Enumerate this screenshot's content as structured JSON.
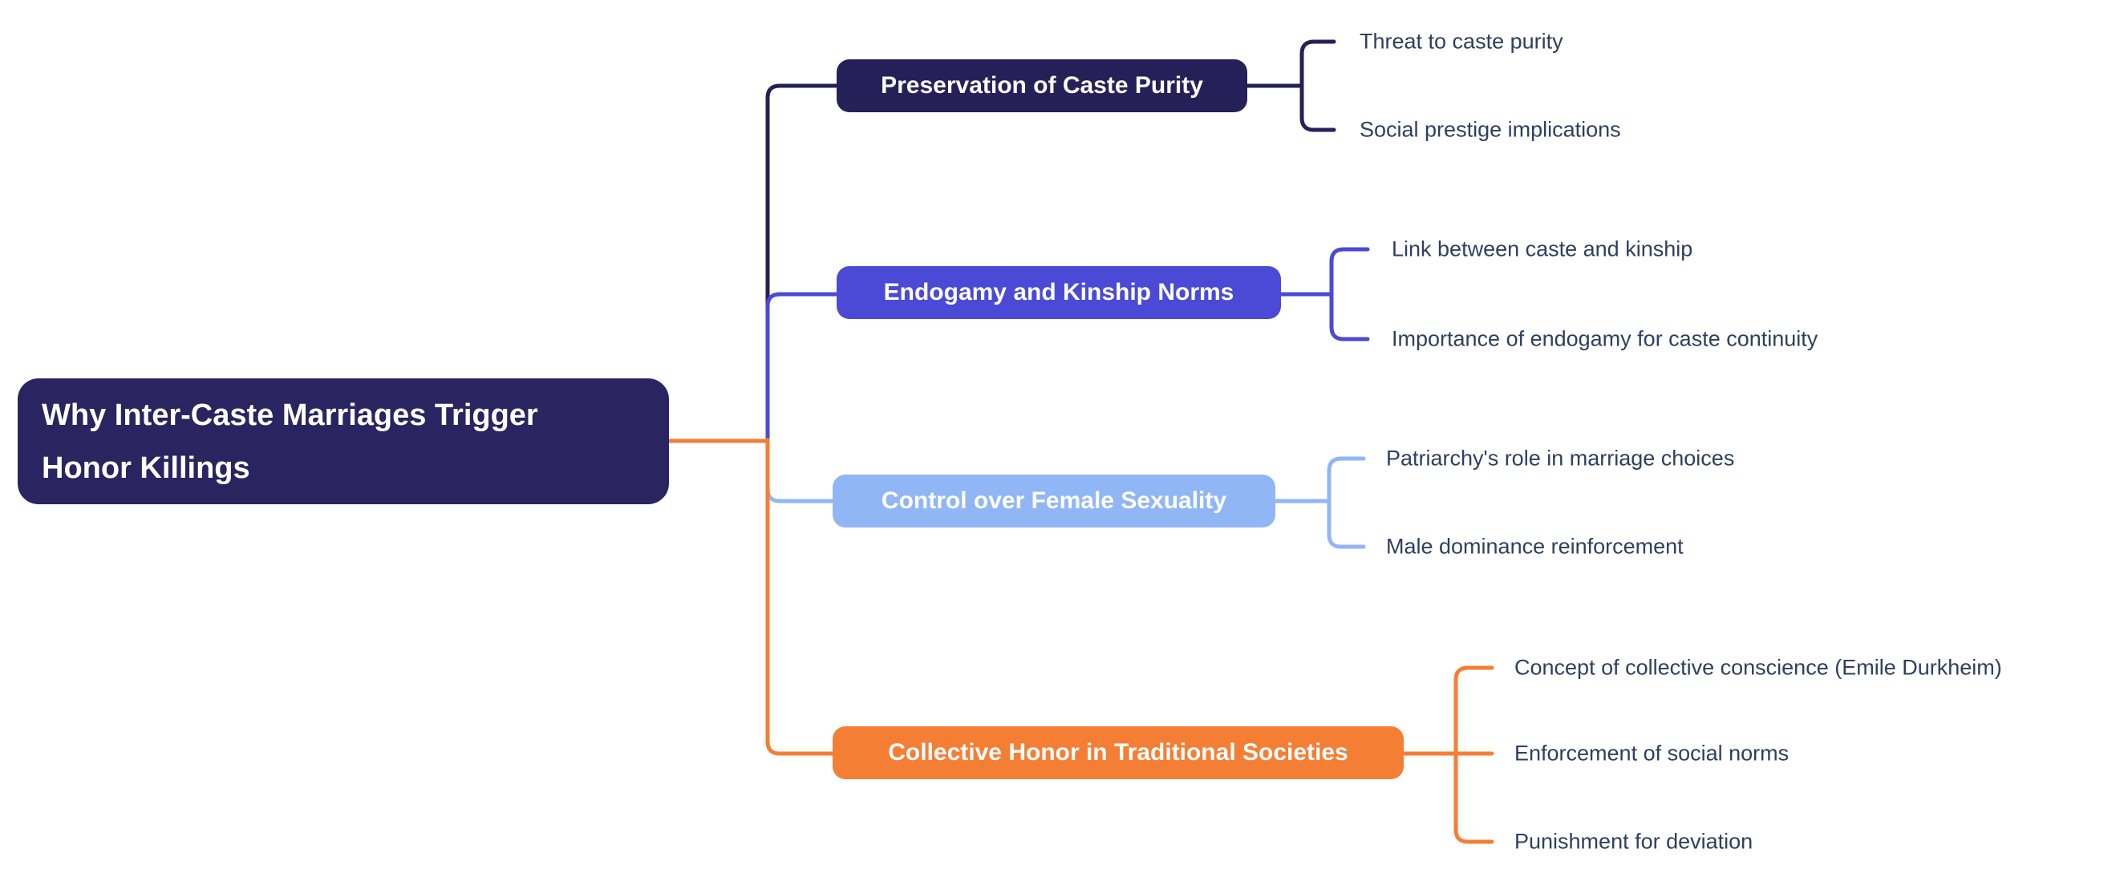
{
  "diagram": {
    "type": "mindmap",
    "background_color": "#ffffff",
    "leaf_text_color": "#2e405f",
    "node_text_color": "#ffffff",
    "root": {
      "label": "Why Inter-Caste Marriages Trigger Honor Killings",
      "lines": [
        "Why Inter-Caste Marriages Trigger",
        "Honor Killings"
      ],
      "color": "#2a2460"
    },
    "branches": [
      {
        "label": "Preservation of Caste Purity",
        "color": "#252058",
        "children": [
          "Threat to caste purity",
          "Social prestige implications"
        ]
      },
      {
        "label": "Endogamy and Kinship Norms",
        "color": "#4b4ad6",
        "children": [
          "Link between caste and kinship",
          "Importance of endogamy for caste continuity"
        ]
      },
      {
        "label": "Control over Female Sexuality",
        "color": "#91b6f6",
        "children": [
          "Patriarchy's role in marriage choices",
          "Male dominance reinforcement"
        ]
      },
      {
        "label": "Collective Honor in Traditional Societies",
        "color": "#f57e35",
        "children": [
          "Concept of collective conscience (Emile Durkheim)",
          "Enforcement of social norms",
          "Punishment for deviation"
        ]
      }
    ]
  }
}
